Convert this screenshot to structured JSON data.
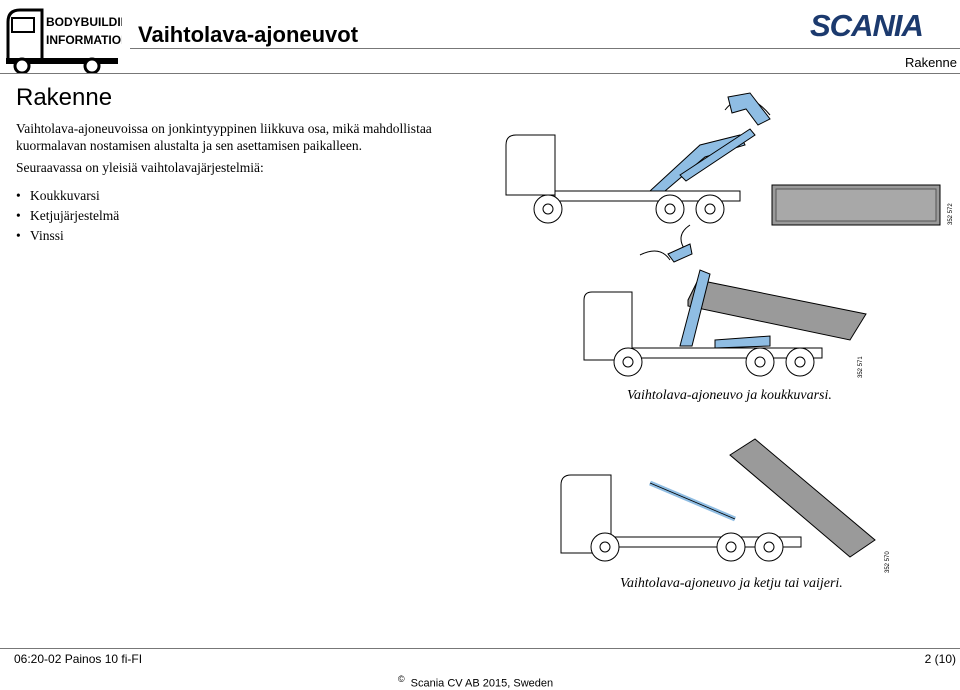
{
  "header": {
    "logo_line1": "BODYBUILDING",
    "logo_line2": "INFORMATION",
    "title": "Vaihtolava-ajoneuvot",
    "brand": "SCANIA",
    "section": "Rakenne"
  },
  "content": {
    "heading": "Rakenne",
    "paragraph1": "Vaihtolava-ajoneuvoissa on jonkintyyppinen liikkuva osa, mikä mahdollistaa kuormalavan nostamisen alustalta ja sen asettamisen paikalleen.",
    "paragraph2": "Seuraavassa on yleisiä vaihtolavajärjestelmiä:",
    "bullets": [
      "Koukkuvarsi",
      "Ketjujärjestelmä",
      "Vinssi"
    ]
  },
  "figures": {
    "fig1_code": "352 572",
    "fig2_code": "352 571",
    "fig3_code": "352 570",
    "caption1": "Vaihtolava-ajoneuvo ja koukkuvarsi.",
    "caption2": "Vaihtolava-ajoneuvo ja ketju tai vaijeri."
  },
  "footer": {
    "left": "06:20-02 Painos 10 fi-FI",
    "right": "2 (10)",
    "copyright_symbol": "©",
    "copyright": "Scania CV AB 2015, Sweden"
  },
  "colors": {
    "hydraulic_blue": "#8fbde3",
    "container_gray": "#9a9a9a"
  }
}
